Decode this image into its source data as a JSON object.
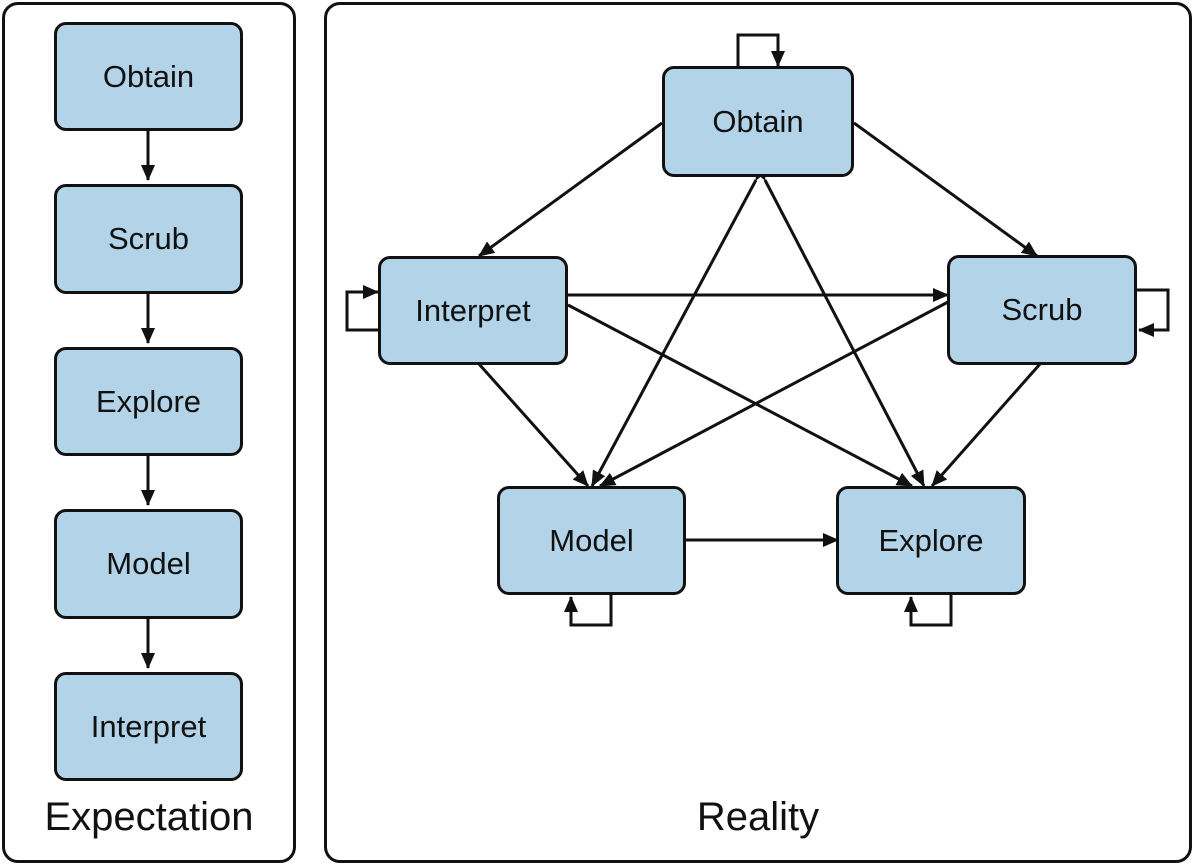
{
  "expectation": {
    "title": "Expectation",
    "steps": [
      "Obtain",
      "Scrub",
      "Explore",
      "Model",
      "Interpret"
    ]
  },
  "reality": {
    "title": "Reality",
    "nodes": {
      "obtain": "Obtain",
      "scrub": "Scrub",
      "explore": "Explore",
      "model": "Model",
      "interpret": "Interpret"
    }
  }
}
